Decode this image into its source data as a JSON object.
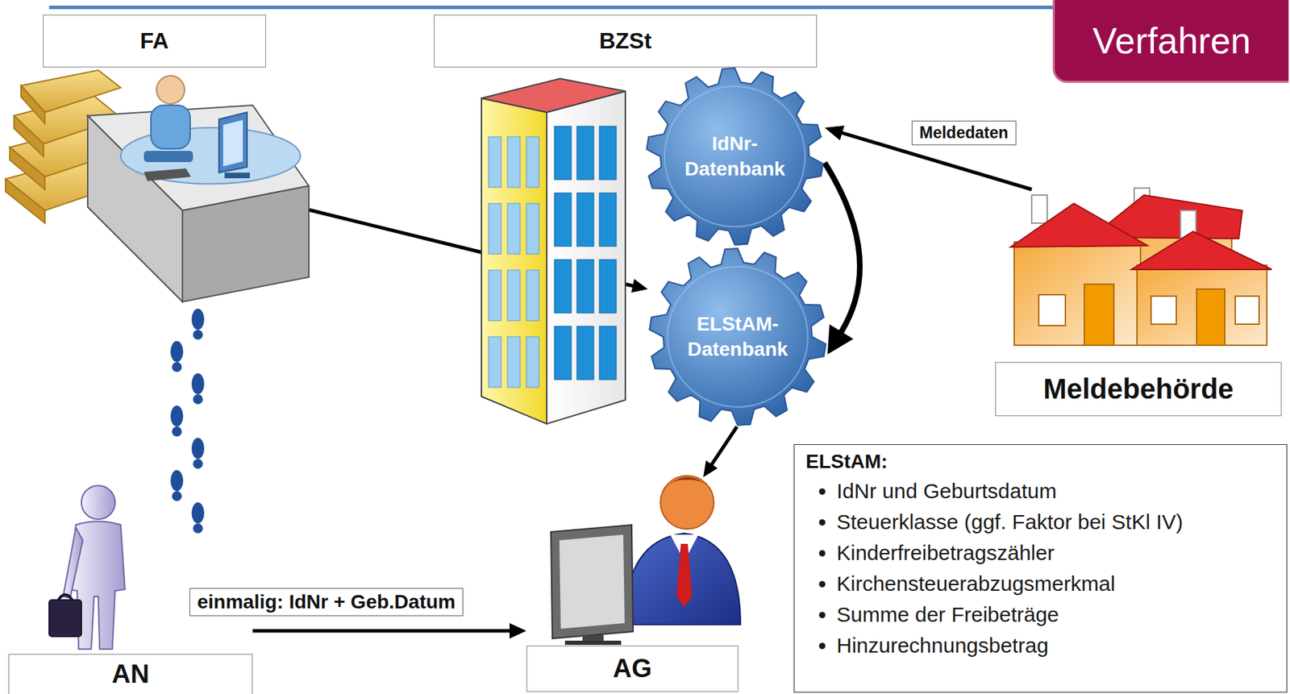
{
  "diagram": {
    "nodes": [
      {
        "text": [
          "FA"
        ]
      },
      {
        "text": [
          "BZSt"
        ]
      },
      {
        "text": [
          "Verfahren"
        ]
      },
      {
        "text": [
          "IdNr- Datenbank"
        ]
      },
      {
        "text": [
          "ELStAM- Datenbank"
        ]
      },
      {
        "text": [
          "Meldebehörde"
        ]
      },
      {
        "text": [
          "ELStAM:",
          "IdNr und Geburtsdatum",
          "Steuerklasse (ggf. Faktor bei StKl IV)",
          "Kinderfreibetragszähler",
          "Kirchensteuerabzugsmerkmal",
          "Summe der Freibeträge",
          "Hinzurechnungsbetrag"
        ]
      },
      {
        "text": [
          "AN"
        ]
      },
      {
        "text": [
          "AG"
        ]
      }
    ],
    "edges": [
      {
        "from": 0,
        "to": 4,
        "arrow": "to"
      },
      {
        "from": 5,
        "to": 3,
        "label": "Meldedaten",
        "arrow": "to"
      },
      {
        "from": 3,
        "to": 4,
        "arrow": "to"
      },
      {
        "from": 4,
        "to": 8,
        "arrow": "to"
      },
      {
        "from": 7,
        "to": 8,
        "label": "einmalig: IdNr + Geb.Datum",
        "arrow": "to"
      }
    ]
  }
}
